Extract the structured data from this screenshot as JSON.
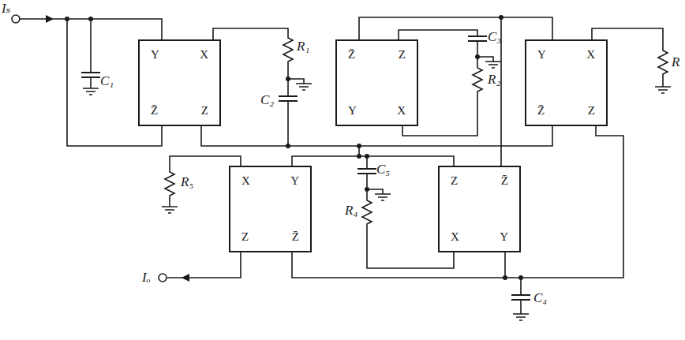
{
  "diagram": {
    "nodes": [
      {
        "text": [
          "Y",
          "X",
          "Z̄",
          "Z"
        ]
      },
      {
        "text": [
          "Z̄",
          "Z",
          "Y",
          "X"
        ]
      },
      {
        "text": [
          "Y",
          "X",
          "Z̄",
          "Z"
        ]
      },
      {
        "text": [
          "X",
          "Y",
          "Z",
          "Z̄"
        ]
      },
      {
        "text": [
          "Z",
          "Z̄",
          "X",
          "Y"
        ]
      }
    ],
    "labels": [
      "Iₛ",
      "C₁",
      "R₁",
      "C₂",
      "C₃",
      "R₂",
      "R",
      "R₅",
      "C₅",
      "R₄",
      "Iₒ",
      "C₄"
    ]
  }
}
